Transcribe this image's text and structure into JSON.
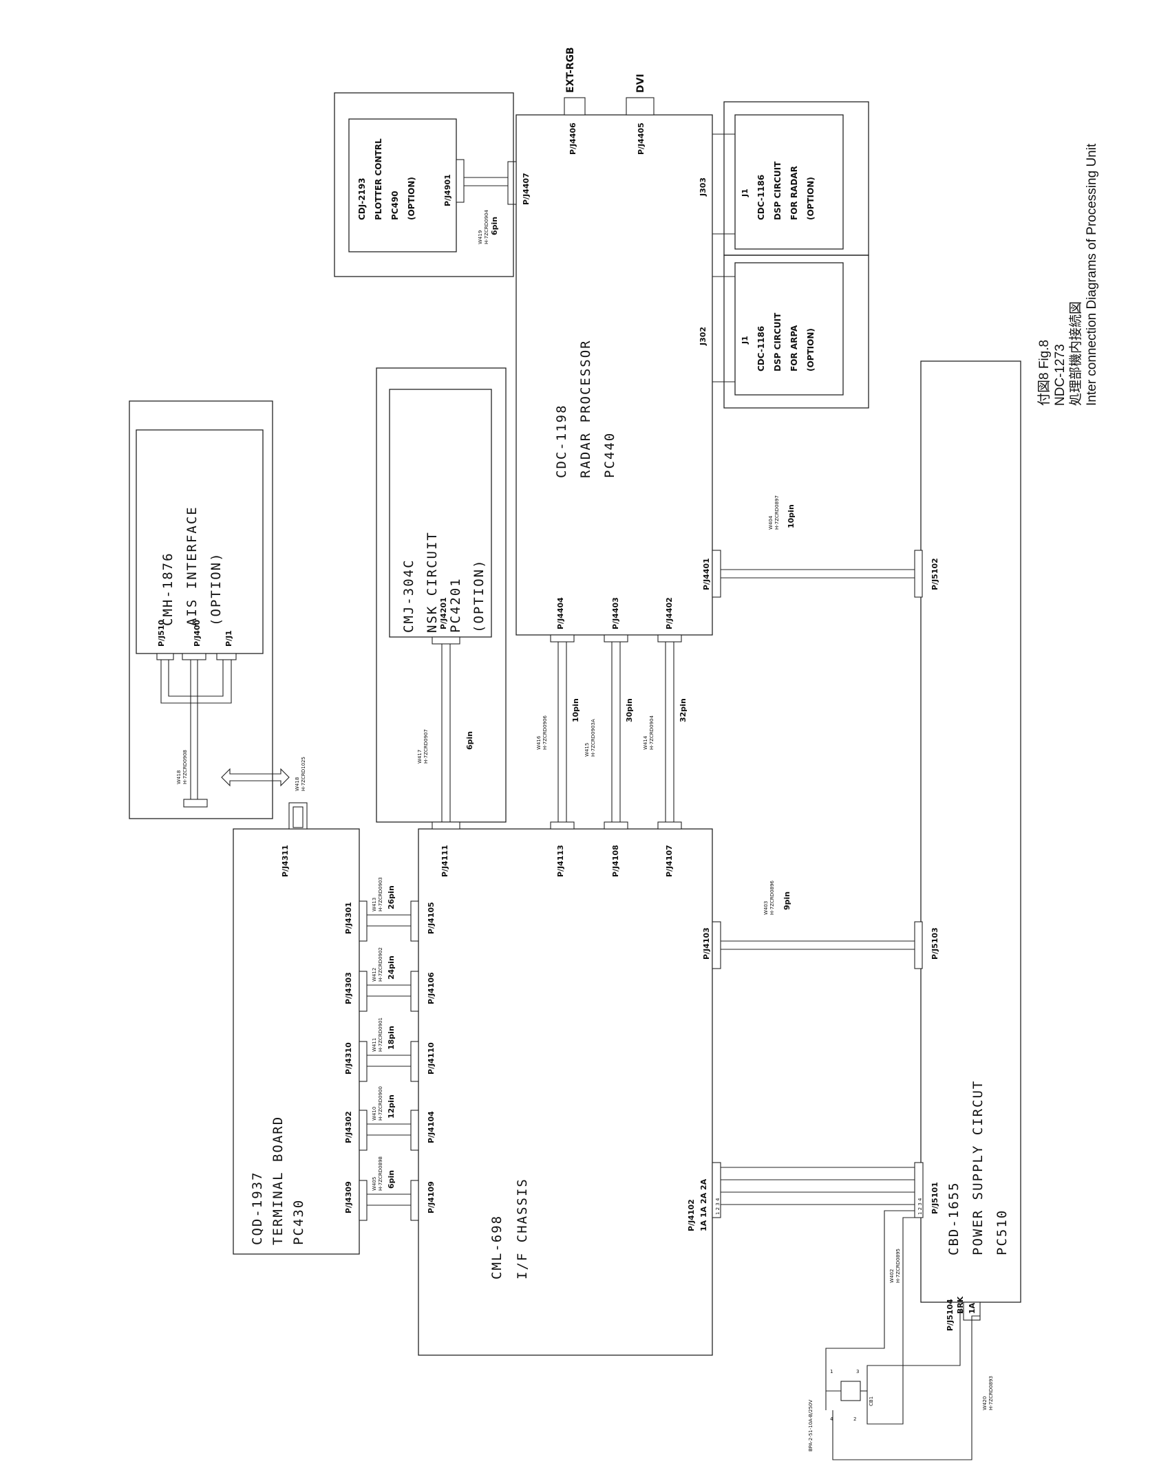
{
  "caption": {
    "line1": "付図8 Fig.8",
    "line2": "NDC-1273",
    "line3": "処理部機内接続図",
    "line4": "Inter connection Diagrams of Processing Unit"
  },
  "blocks": {
    "ais": [
      "CMH-1876",
      "AIS INTERFACE",
      "(OPTION)"
    ],
    "nsk": [
      "CMJ-304C",
      "NSK CIRCUIT",
      "PC4201",
      "(OPTION)"
    ],
    "radar": [
      "CDC-1198",
      "RADAR PROCESSOR",
      "PC440"
    ],
    "plotter": [
      "CDJ-2193",
      "PLOTTER CONTRL",
      "PC490",
      "(OPTION)"
    ],
    "dsp_radar": [
      "CDC-1186",
      "DSP CIRCUIT",
      "FOR RADAR",
      "(OPTION)"
    ],
    "dsp_arpa": [
      "CDC-1186",
      "DSP CIRCUIT",
      "FOR ARPA",
      "(OPTION)"
    ],
    "terminal": [
      "CQD-1937",
      "TERMINAL BOARD",
      "PC430"
    ],
    "chassis": [
      "CML-698",
      "I/F CHASSIS"
    ],
    "power": [
      "CBD-1655",
      "POWER SUPPLY CIRCUT",
      "PC510"
    ]
  },
  "connectors": {
    "ext_rgb": "EXT-RGB",
    "dvi": "DVI",
    "pj4406": "P/J4406",
    "pj4405": "P/J4405",
    "pj4407": "P/J4407",
    "pj4901": "P/J4901",
    "j303": "J303",
    "j302": "J302",
    "j1_radar": "J1",
    "j1_arpa": "J1",
    "pj4401": "P/J4401",
    "pj4402": "P/J4402",
    "pj4403": "P/J4403",
    "pj4404": "P/J4404",
    "pj4201": "P/J4201",
    "pj5510": "P/J510",
    "pj400": "P/J400",
    "pj1": "P/J1",
    "pj5102": "P/J5102",
    "pj5103": "P/J5103",
    "pj5101": "P/J5101",
    "pj5104": "P/J5104",
    "pj4311": "P/J4311",
    "pj4301": "P/J4301",
    "pj4303": "P/J4303",
    "pj4310": "P/J4310",
    "pj4302": "P/J4302",
    "pj4309": "P/J4309",
    "pj4111": "P/J4111",
    "pj4113": "P/J4113",
    "pj4108": "P/J4108",
    "pj4107": "P/J4107",
    "pj4105": "P/J4105",
    "pj4106": "P/J4106",
    "pj4110": "P/J4110",
    "pj4104": "P/J4104",
    "pj4109": "P/J4109",
    "pj4103": "P/J4103",
    "pj4102": "P/J4102",
    "pj4102_pins": "1A 1A 2A 2A",
    "pj5104_pins": [
      "BRK",
      "1A"
    ]
  },
  "wires": {
    "w419": {
      "id": "W419",
      "part": "H-7ZCRD0904",
      "pins": "6pin"
    },
    "w404": {
      "id": "W404",
      "part": "H-7ZCRD0897",
      "pins": "10pin"
    },
    "w416": {
      "id": "W416",
      "part": "H-7ZCRD0906",
      "pins": "10pin"
    },
    "w415": {
      "id": "W415",
      "part": "H-7ZCRD0903A",
      "pins": "30pin"
    },
    "w414": {
      "id": "W414",
      "part": "H-7ZCRD0904",
      "pins": "32pin"
    },
    "w417": {
      "id": "W417",
      "part": "H-7ZCRD0907",
      "pins": "6pin"
    },
    "w418a": {
      "id": "W418",
      "part": "H-7ZCRD0908"
    },
    "w418b": {
      "id": "W418",
      "part": "H-7ZCRD1025"
    },
    "w413": {
      "id": "W413",
      "part": "H-7ZCRD0903",
      "pins": "26pin"
    },
    "w412": {
      "id": "W412",
      "part": "H-7ZCRD0902",
      "pins": "24pin"
    },
    "w411": {
      "id": "W411",
      "part": "H-7ZCRD0901",
      "pins": "18pin"
    },
    "w410": {
      "id": "W410",
      "part": "H-7ZCRD0900",
      "pins": "12pin"
    },
    "w405": {
      "id": "W405",
      "part": "H-7ZCRD0898",
      "pins": "6pin"
    },
    "w403": {
      "id": "W403",
      "part": "H-7ZCRD0896",
      "pins": "9pin"
    },
    "w402": {
      "id": "W402",
      "part": "H-7ZCRD0895"
    },
    "w420": {
      "id": "W420",
      "part": "H-7ZCRD0893"
    }
  },
  "breaker": {
    "label": "CB1",
    "part": "BPA-2-51-10A-B/250V",
    "pins": [
      "1",
      "2",
      "3",
      "4"
    ]
  }
}
